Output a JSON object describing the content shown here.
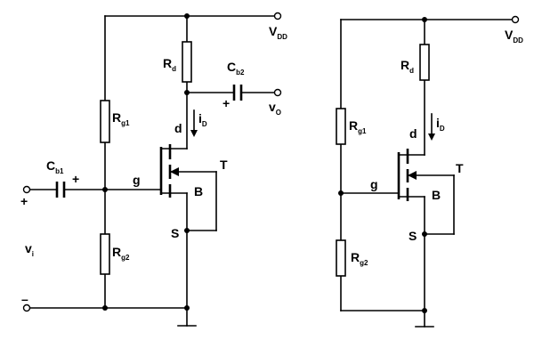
{
  "left": {
    "vdd": "V",
    "vdd_sub": "DD",
    "rd": "R",
    "rd_sub": "d",
    "cb2": "C",
    "cb2_sub": "b2",
    "plus_out": "+",
    "vo": "v",
    "vo_sub": "O",
    "rg1": "R",
    "rg1_sub": "g1",
    "id": "i",
    "id_sub": "D",
    "d": "d",
    "cb1": "C",
    "cb1_sub": "b1",
    "plus_cb1": "+",
    "g": "g",
    "t": "T",
    "b": "B",
    "plus_in": "+",
    "s": "S",
    "vi": "v",
    "vi_sub": "i",
    "rg2": "R",
    "rg2_sub": "g2",
    "minus_in": "–"
  },
  "right": {
    "vdd": "V",
    "vdd_sub": "DD",
    "rd": "R",
    "rd_sub": "d",
    "rg1": "R",
    "rg1_sub": "g1",
    "id": "i",
    "id_sub": "D",
    "d": "d",
    "t": "T",
    "g": "g",
    "b": "B",
    "s": "S",
    "rg2": "R",
    "rg2_sub": "g2"
  }
}
